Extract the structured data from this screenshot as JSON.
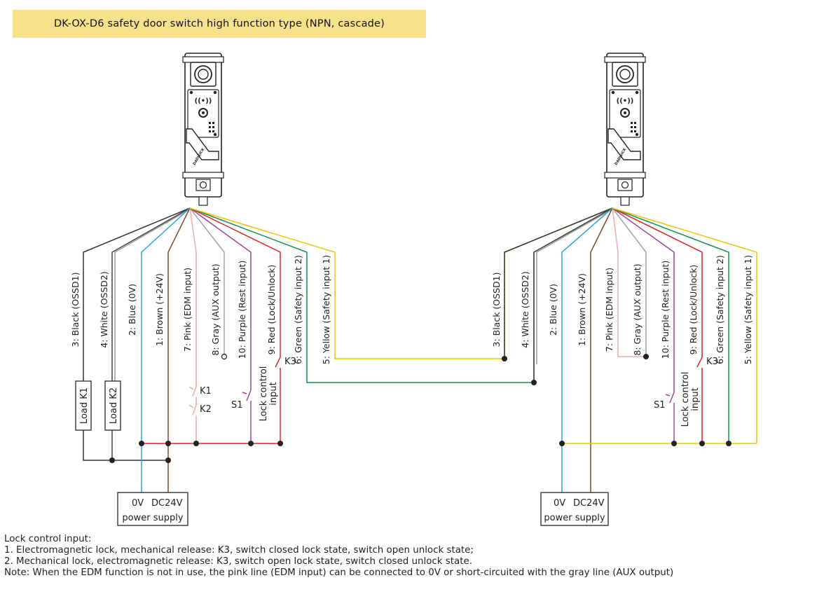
{
  "title": "DK-OX-D6 safety door switch high function type (NPN, cascade)",
  "wire_labels": {
    "black": "3: Black (OSSD1)",
    "white": "4: White (OSSD2)",
    "blue": "2: Blue (0V)",
    "brown": "1: Brown (+24V)",
    "pink": "7: Pink (EDM input)",
    "gray": "8: Gray (AUX output)",
    "purple": "10: Purple (Rest input)",
    "red": "9: Red (Lock/Unlock)",
    "green": "6: Green (Safety input 2)",
    "yellow": "5: Yellow (Safety input 1)"
  },
  "components": {
    "load_k1": "Load  K1",
    "load_k2": "Load  K2",
    "k1": "K1",
    "k2": "K2",
    "k3": "K3",
    "s1": "S1",
    "lock_control_1": "Lock control",
    "lock_control_2": "input"
  },
  "power_supply": {
    "v0": "0V",
    "dc24": "DC24V",
    "label": "power supply"
  },
  "notes": {
    "heading": "Lock control input:",
    "line1": "1. Electromagnetic lock, mechanical release: K3, switch closed lock state, switch open unlock state;",
    "line2": "2. Mechanical lock, electromagnetic release: K3, switch open lock state, switch closed unlock state.",
    "line3": "Note: When the EDM function is not in use, the pink line (EDM input) can be connected to 0V or short-circuited with the gray line (AUX output)"
  },
  "colors": {
    "black": "#333333",
    "white": "#888888",
    "blue": "#27a8e0",
    "brown": "#7b4a2c",
    "pink": "#f2a9a9",
    "gray": "#a0a0a0",
    "purple": "#a0449a",
    "red": "#e02020",
    "green": "#12924a",
    "yellow": "#f2c400",
    "banner": "#f7e18a"
  }
}
